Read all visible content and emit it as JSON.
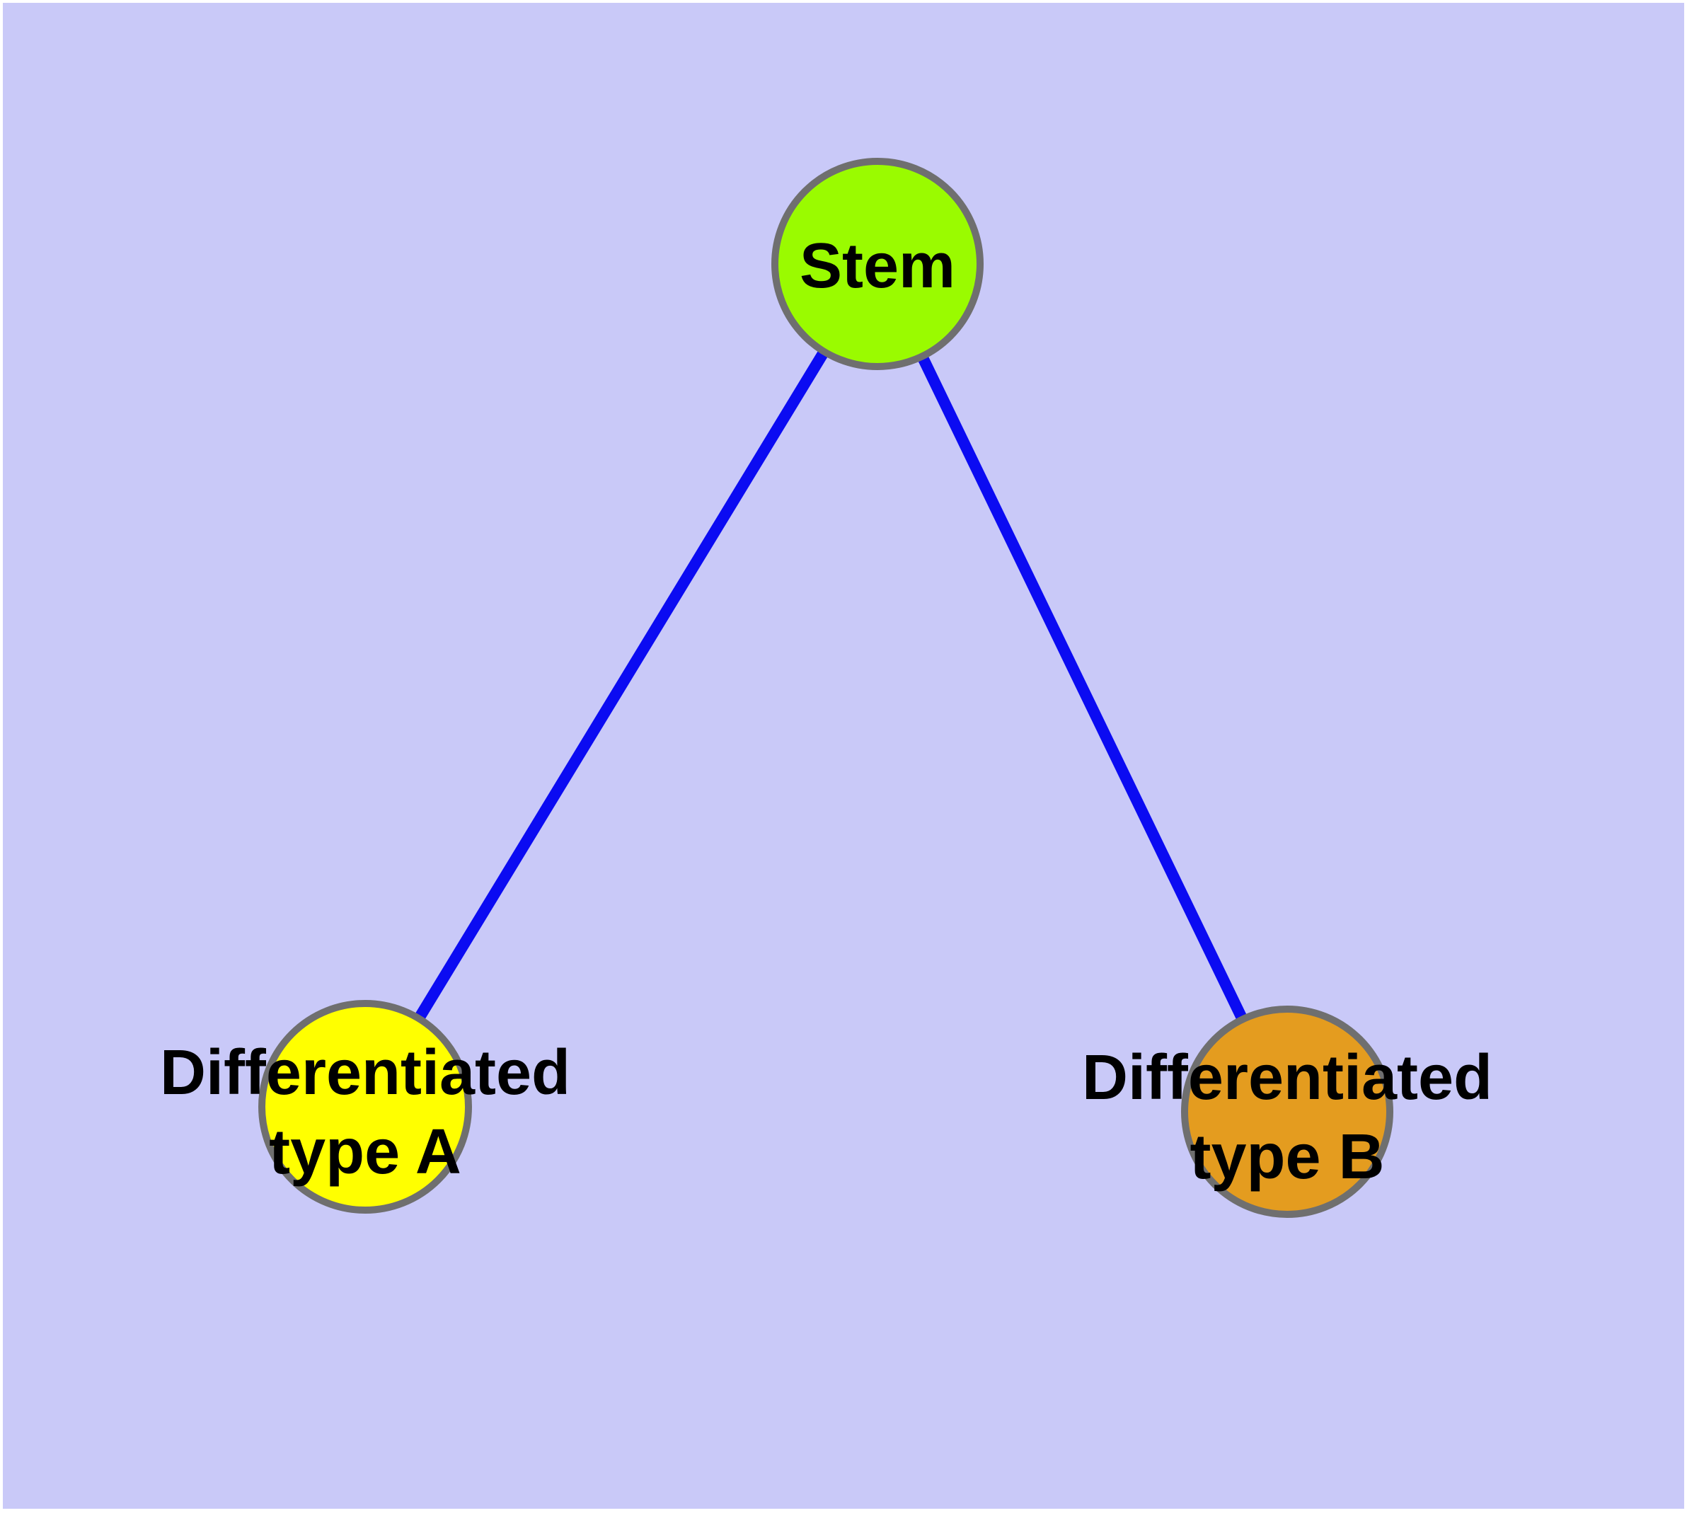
{
  "diagram": {
    "type": "graph",
    "background_color": "#C9C9F8",
    "page_margin_color": "#FFFFFF",
    "edge_color": "#0B0BF2",
    "node_border_color": "#6F6F6F",
    "label_color": "#000000",
    "nodes": [
      {
        "id": "stem",
        "label": "Stem",
        "color": "#9AFB00"
      },
      {
        "id": "differentiated-type-a",
        "label_line1": "Differentiated",
        "label_line2": "type A",
        "color": "#FFFF00"
      },
      {
        "id": "differentiated-type-b",
        "label_line1": "Differentiated",
        "label_line2": "type B",
        "color": "#E49C1F"
      }
    ],
    "edges": [
      {
        "from": "stem",
        "to": "differentiated-type-a"
      },
      {
        "from": "stem",
        "to": "differentiated-type-b"
      }
    ]
  }
}
